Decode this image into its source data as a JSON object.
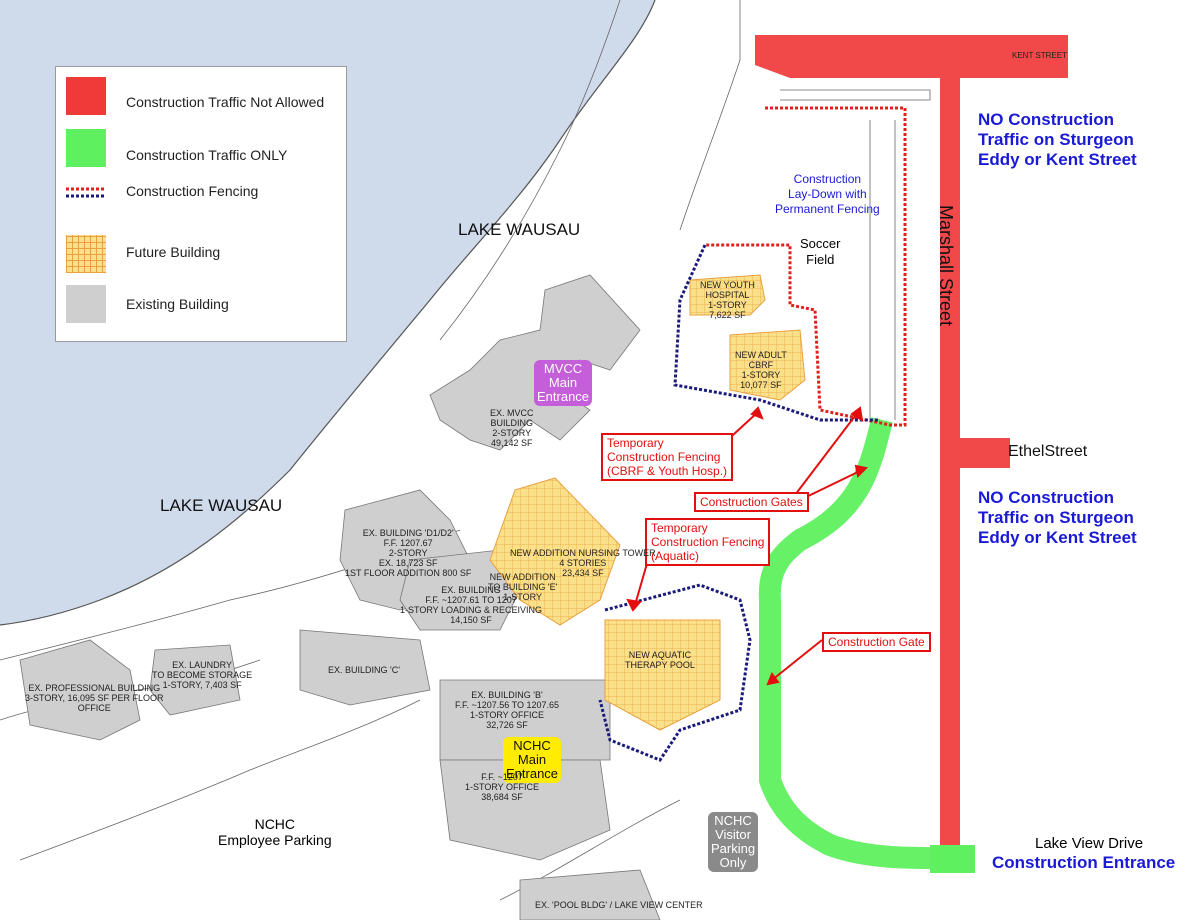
{
  "legend": {
    "items": [
      {
        "label": "Construction Traffic Not Allowed",
        "color": "#f03a3a"
      },
      {
        "label": "Construction Traffic ONLY",
        "color": "#5ff05f"
      },
      {
        "label": "Construction Fencing",
        "colors": [
          "#e0201c",
          "#1a1a7a"
        ]
      },
      {
        "label": "Future Building",
        "color": "#fbe08a"
      },
      {
        "label": "Existing Building",
        "color": "#cfcfcf"
      }
    ]
  },
  "water": {
    "name_1": "LAKE WAUSAU",
    "name_2": "LAKE WAUSAU",
    "color": "#cfdaea"
  },
  "streets": {
    "marshall": "Marshall Street",
    "kent": "KENT STREET",
    "ethel": "EthelStreet",
    "lake_view": "Lake View Drive"
  },
  "notes": {
    "north": "NO Construction\nTraffic on Sturgeon\nEddy or Kent Street",
    "south": "NO Construction\nTraffic on Sturgeon\nEddy or Kent Street",
    "entrance": "Construction Entrance"
  },
  "labels": {
    "laydown": "Construction\nLay-Down with\nPermanent Fencing",
    "soccer": "Soccer\nField",
    "temp_fencing_cbrf": "Temporary\nConstruction Fencing\n(CBRF & Youth Hosp.)",
    "construction_gates": "Construction Gates",
    "temp_fencing_aquatic": "Temporary\nConstruction Fencing\n(Aquatic)",
    "construction_gate": "Construction Gate"
  },
  "entrances": {
    "mvcc": "MVCC\nMain\nEntrance",
    "nchc": "NCHC\nMain\nEntrance",
    "visitor": "NCHC\nVisitor\nParking\nOnly",
    "employee": "NCHC\nEmployee Parking"
  },
  "buildings": {
    "mvcc": "EX. MVCC\nBUILDING\n2-STORY\n49,142 SF",
    "d1d2": "EX. BUILDING 'D1/D2'\nF.F. 1207.67\n2-STORY\nEX. 18,723 SF\n1ST FLOOR ADDITION 800 SF",
    "e": "EX. BUILDING\nF.F. ~1207.61 TO 1207\n1-STORY LOADING & RECEIVING\n14,150 SF",
    "c": "EX. BUILDING 'C'",
    "laundry": "EX. LAUNDRY\nTO BECOME STORAGE\n1-STORY, 7,403 SF",
    "professional": "EX. PROFESSIONAL BUILDING\n3-STORY, 16,095 SF PER FLOOR\nOFFICE",
    "b": "EX. BUILDING 'B'\nF.F. ~1207.56 TO 1207.65\n1-STORY OFFICE\n32,726 SF",
    "a": "F.F. ~1207\n1-STORY OFFICE\n38,684 SF",
    "pool_bldg": "EX. 'POOL BLDG' / LAKE VIEW CENTER",
    "youth_hospital": "NEW YOUTH\nHOSPITAL\n1-STORY\n7,622 SF",
    "aquatic_cbrf": "NEW ADULT\nCBRF\n1-STORY\n10,077 SF",
    "nursing_tower": "NEW ADDITION NURSING TOWER\n4 STORIES\n23,434 SF",
    "addition_e": "NEW ADDITION\nTO BUILDING 'E'\n1-STORY",
    "therapy_pool": "NEW AQUATIC\nTHERAPY POOL"
  }
}
